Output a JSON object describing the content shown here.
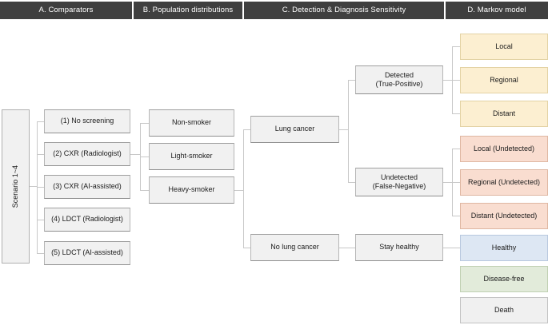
{
  "headers": [
    {
      "id": "a",
      "label": "A. Comparators"
    },
    {
      "id": "b",
      "label": "B. Population distributions"
    },
    {
      "id": "c",
      "label": "C. Detection & Diagnosis Sensitivity"
    },
    {
      "id": "d",
      "label": "D. Markov model"
    }
  ],
  "scenario": {
    "label": "Scenario 1~4"
  },
  "comparators": [
    {
      "label": "(1) No screening"
    },
    {
      "label": "(2) CXR (Radiologist)"
    },
    {
      "label": "(3) CXR (AI-assisted)"
    },
    {
      "label": "(4) LDCT (Radiologist)"
    },
    {
      "label": "(5) LDCT (AI-assisted)"
    }
  ],
  "populations": [
    {
      "label": "Non-smoker"
    },
    {
      "label": "Light-smoker"
    },
    {
      "label": "Heavy-smoker"
    }
  ],
  "disease_states": [
    {
      "label": "Lung cancer"
    },
    {
      "label": "No lung cancer"
    }
  ],
  "detection_outcomes": [
    {
      "line1": "Detected",
      "line2": "(True-Positive)"
    },
    {
      "line1": "Undetected",
      "line2": "(False-Negative)"
    },
    {
      "line1": "Stay healthy",
      "line2": ""
    }
  ],
  "markov_states": [
    {
      "label": "Local",
      "color": "#fcefd1"
    },
    {
      "label": "Regional",
      "color": "#fcefd1"
    },
    {
      "label": "Distant",
      "color": "#fcefd1"
    },
    {
      "label": "Local (Undetected)",
      "color": "#f9ddd0"
    },
    {
      "label": "Regional (Undetected)",
      "color": "#f9ddd0"
    },
    {
      "label": "Distant (Undetected)",
      "color": "#f9ddd0"
    },
    {
      "label": "Healthy",
      "color": "#dde7f3"
    },
    {
      "label": "Disease-free",
      "color": "#e2ebda"
    },
    {
      "label": "Death",
      "color": "#f0f0f0"
    }
  ],
  "palette": {
    "header_bar": "#3f3f3f",
    "node_fill": "#f1f1f1",
    "node_border": "#b6b6b6",
    "connector": "#c8c8c8",
    "yellow": "#fcefd1",
    "pink": "#f9ddd0",
    "blue": "#dde7f3",
    "green": "#e2ebda",
    "grey": "#f0f0f0"
  }
}
